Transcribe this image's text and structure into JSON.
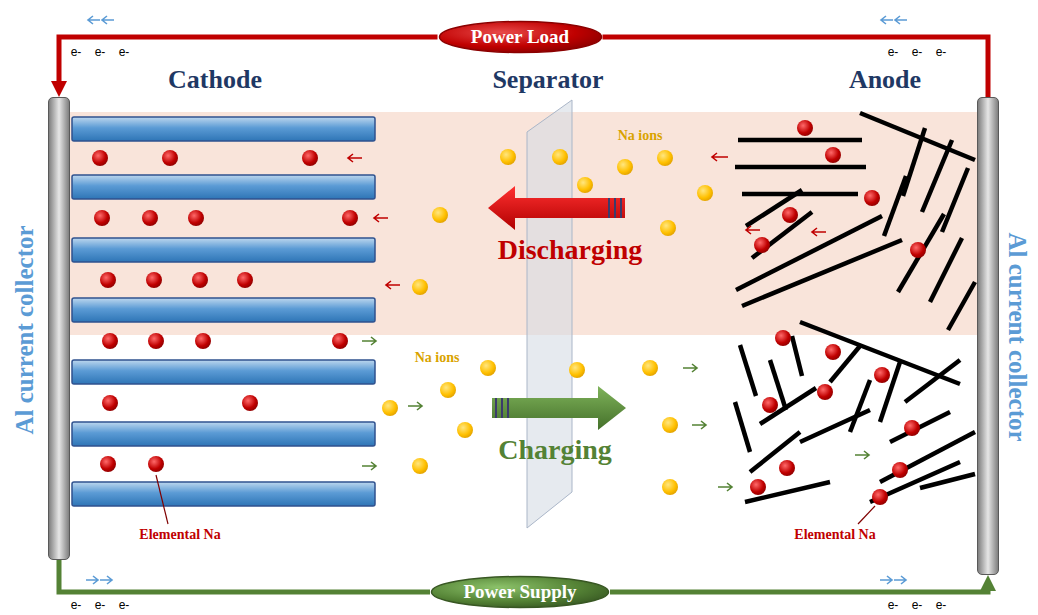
{
  "diagram": {
    "nodes": [
      {
        "text": [
          "Power Load"
        ]
      },
      {
        "text": [
          "Al current collector"
        ]
      },
      {
        "text": [
          "Al current collector"
        ]
      },
      {
        "text": [
          "Power Supply"
        ]
      }
    ],
    "edges": [
      {
        "from": 2,
        "to": 0,
        "arrow": "none"
      },
      {
        "from": 0,
        "to": 1,
        "arrow": "to"
      },
      {
        "from": 1,
        "to": 3,
        "arrow": "none"
      },
      {
        "from": 3,
        "to": 2,
        "arrow": "to"
      }
    ],
    "labels": [
      "e-",
      "e-",
      "e-",
      "e-",
      "e-",
      "e-",
      "Cathode",
      "Separator",
      "Anode",
      "Na ions",
      "Discharging",
      "Na ions",
      "Charging",
      "Elemental Na",
      "Elemental Na",
      "e-",
      "e-",
      "e-",
      "e-",
      "e-",
      "e-"
    ]
  }
}
